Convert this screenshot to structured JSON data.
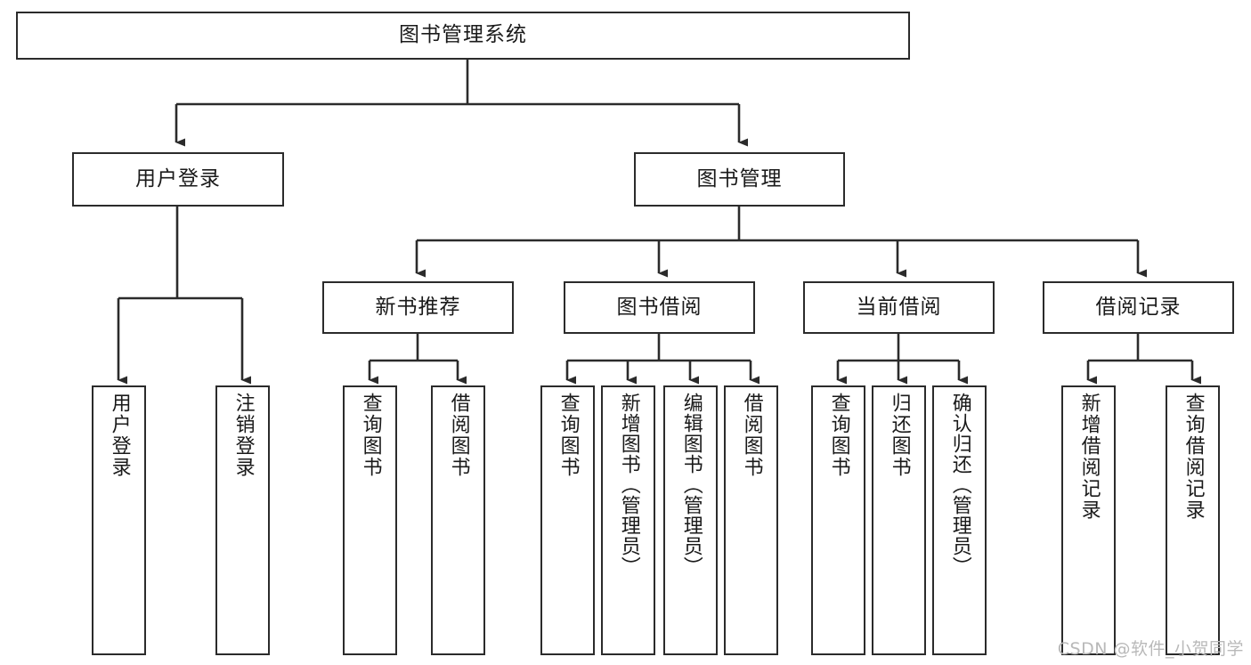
{
  "diagram": {
    "type": "tree-hierarchy",
    "title": "图书管理系统",
    "watermark": "CSDN @软件_小贺同学",
    "colors": {
      "stroke": "#2b2b2b",
      "fill": "#ffffff",
      "text": "#1a1a1a",
      "watermark": "#b9b9b9"
    },
    "nodes": {
      "root": {
        "label": "图书管理系统",
        "orientation": "horizontal"
      },
      "level1": [
        {
          "id": "user-login",
          "label": "用户登录",
          "orientation": "horizontal"
        },
        {
          "id": "book-management",
          "label": "图书管理",
          "orientation": "horizontal"
        }
      ],
      "level2": [
        {
          "id": "new-book-recommend",
          "label": "新书推荐",
          "orientation": "horizontal"
        },
        {
          "id": "book-borrow",
          "label": "图书借阅",
          "orientation": "horizontal"
        },
        {
          "id": "current-borrow",
          "label": "当前借阅",
          "orientation": "horizontal"
        },
        {
          "id": "borrow-record",
          "label": "借阅记录",
          "orientation": "horizontal"
        }
      ],
      "leaves": {
        "user-login": [
          {
            "id": "leaf-user-login",
            "label": "用户登录",
            "orientation": "vertical"
          },
          {
            "id": "leaf-user-logout",
            "label": "注销登录",
            "orientation": "vertical"
          }
        ],
        "new-book-recommend": [
          {
            "id": "leaf-query-book-1",
            "label": "查询图书",
            "orientation": "vertical"
          },
          {
            "id": "leaf-borrow-book-1",
            "label": "借阅图书",
            "orientation": "vertical"
          }
        ],
        "book-borrow": [
          {
            "id": "leaf-query-book-2",
            "label": "查询图书",
            "orientation": "vertical"
          },
          {
            "id": "leaf-add-book",
            "label": "新增图书（管理员）",
            "orientation": "vertical"
          },
          {
            "id": "leaf-edit-book",
            "label": "编辑图书（管理员）",
            "orientation": "vertical"
          },
          {
            "id": "leaf-borrow-book-2",
            "label": "借阅图书",
            "orientation": "vertical"
          }
        ],
        "current-borrow": [
          {
            "id": "leaf-query-book-3",
            "label": "查询图书",
            "orientation": "vertical"
          },
          {
            "id": "leaf-return-book",
            "label": "归还图书",
            "orientation": "vertical"
          },
          {
            "id": "leaf-confirm-return",
            "label": "确认归还（管理员）",
            "orientation": "vertical"
          }
        ],
        "borrow-record": [
          {
            "id": "leaf-add-record",
            "label": "新增借阅记录",
            "orientation": "vertical"
          },
          {
            "id": "leaf-query-record",
            "label": "查询借阅记录",
            "orientation": "vertical"
          }
        ]
      }
    }
  }
}
